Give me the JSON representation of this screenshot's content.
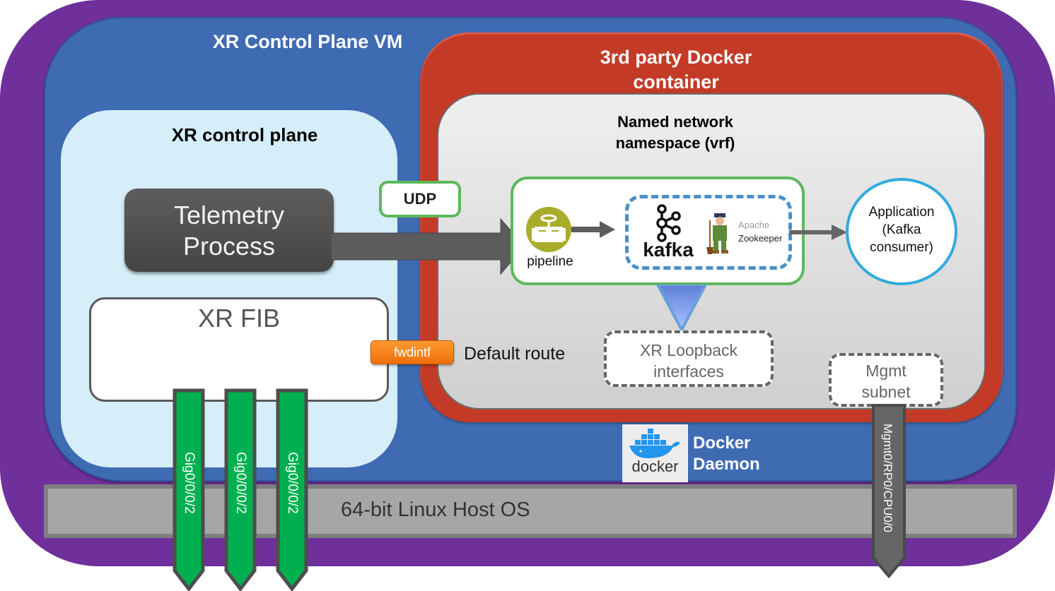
{
  "vm": {
    "title": "XR Control Plane VM"
  },
  "control_plane": {
    "title": "XR control plane",
    "telemetry_line1": "Telemetry",
    "telemetry_line2": "Process",
    "fib_title": "XR FIB"
  },
  "docker_container": {
    "title_line1": "3rd party Docker",
    "title_line2": "container"
  },
  "namespace": {
    "title_line1": "Named network",
    "title_line2": "namespace (vrf)"
  },
  "protocol": {
    "udp": "UDP"
  },
  "pipeline": {
    "label": "pipeline"
  },
  "kafka": {
    "label": "kafka",
    "zookeeper_line1": "Apache",
    "zookeeper_line2": "Zookeeper"
  },
  "application": {
    "line1": "Application",
    "line2": "(Kafka",
    "line3": "consumer)"
  },
  "loopback": {
    "line1": "XR Loopback",
    "line2": "interfaces"
  },
  "mgmt_subnet": {
    "line1": "Mgmt",
    "line2": "subnet"
  },
  "fwdintf": {
    "label": "fwdintf",
    "route": "Default route"
  },
  "host": {
    "label": "64-bit Linux Host OS"
  },
  "docker_daemon": {
    "logo_text": "docker",
    "line1": "Docker",
    "line2": "Daemon"
  },
  "interfaces": [
    {
      "label": "Gig0/0/0/2"
    },
    {
      "label": "Gig0/0/0/2"
    },
    {
      "label": "Gig0/0/0/2"
    }
  ],
  "mgmt_interface": {
    "label": "Mgmt0/RP0/CPU0/0"
  },
  "colors": {
    "outer": "#6f309b",
    "vm": "#3f6bb3",
    "control_plane": "#d6eef9",
    "docker_container": "#c33b27",
    "green_port": "#00b050",
    "udp_border": "#5cb85c",
    "kafka_dash": "#4a90c8",
    "app_circle": "#33aadd",
    "fwdintf": "#f47d1a"
  }
}
